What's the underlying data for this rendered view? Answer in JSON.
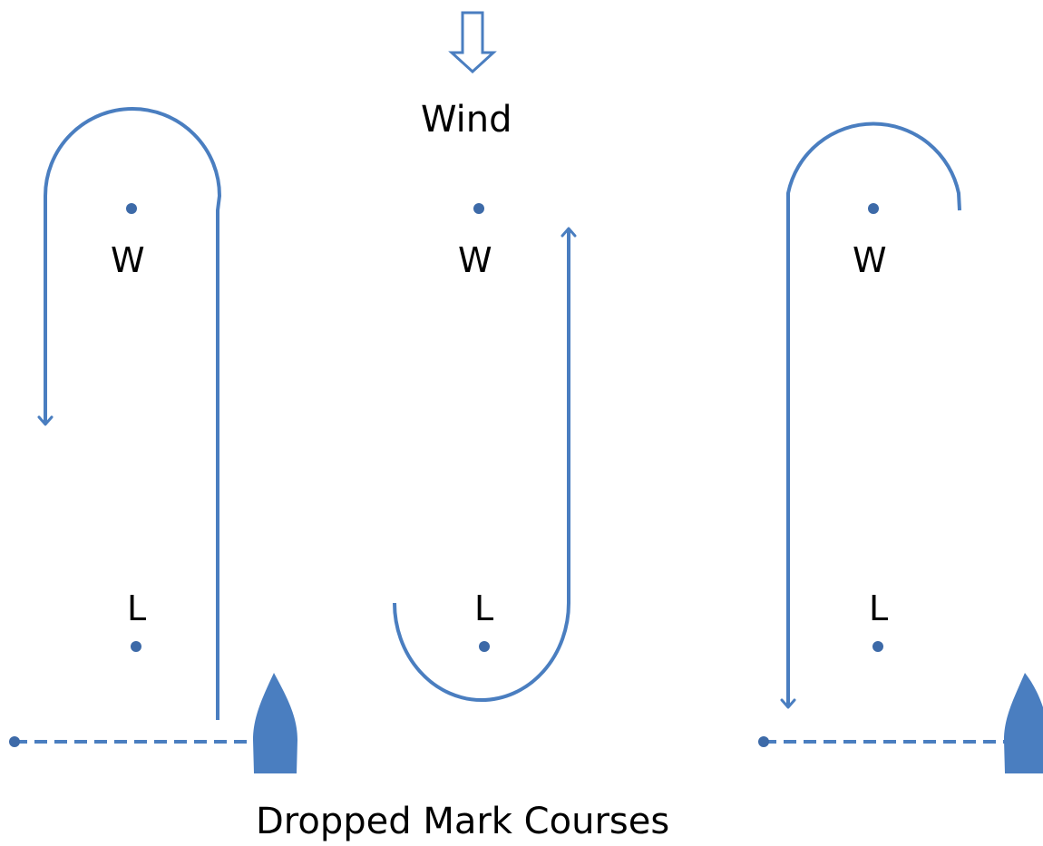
{
  "wind": {
    "label": "Wind",
    "icon": "down-arrow-outline-icon"
  },
  "colors": {
    "course": "#4a7ec0",
    "mark": "#3d6aa8",
    "text": "#000000"
  },
  "courses": [
    {
      "windward_label": "W",
      "leeward_label": "L"
    },
    {
      "windward_label": "W",
      "leeward_label": "L"
    },
    {
      "windward_label": "W",
      "leeward_label": "L"
    }
  ],
  "caption": "Dropped Mark Courses"
}
